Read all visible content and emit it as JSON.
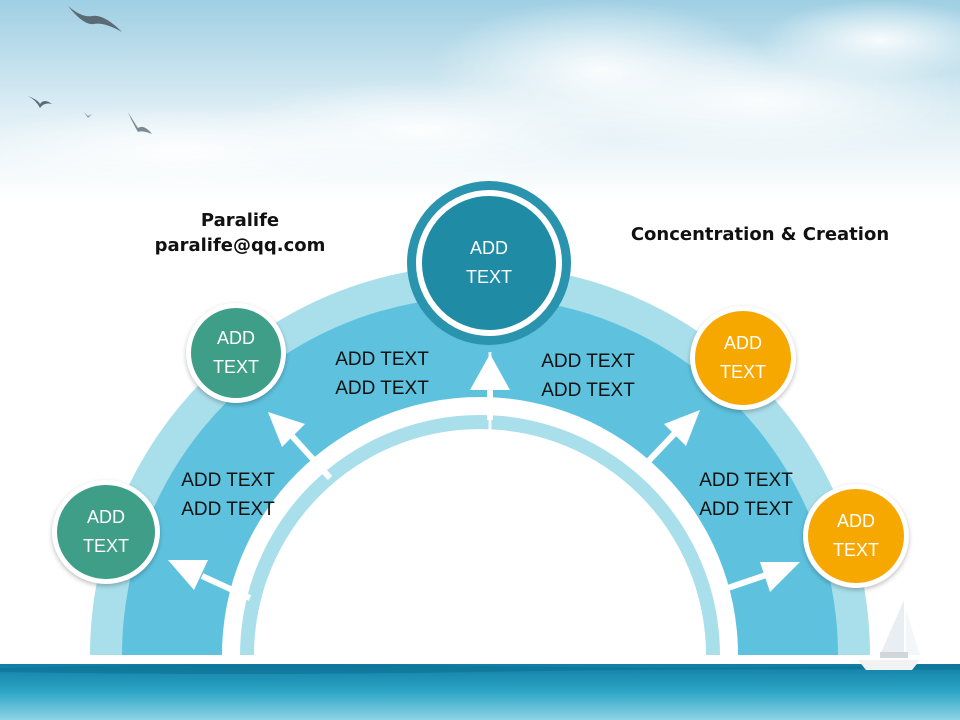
{
  "header": {
    "author_name": "Paralife",
    "author_email": "paralife@qq.com",
    "tagline": "Concentration & Creation"
  },
  "nodes": {
    "top": [
      "ADD",
      "TEXT"
    ],
    "left_upper": [
      "ADD",
      "TEXT"
    ],
    "left_lower": [
      "ADD",
      "TEXT"
    ],
    "right_upper": [
      "ADD",
      "TEXT"
    ],
    "right_lower": [
      "ADD",
      "TEXT"
    ]
  },
  "band_labels": {
    "upper_left": [
      "ADD TEXT",
      "ADD TEXT"
    ],
    "upper_right": [
      "ADD TEXT",
      "ADD TEXT"
    ],
    "lower_left": [
      "ADD TEXT",
      "ADD TEXT"
    ],
    "lower_right": [
      "ADD TEXT",
      "ADD TEXT"
    ]
  },
  "colors": {
    "arch_outer": "#a9dfeb",
    "arch_band": "#5ec2df",
    "arch_inner": "#a9dfeb",
    "node_green": "#3e9e88",
    "node_orange": "#f7a800",
    "node_top": "#1f8ba5",
    "sea": "#1c8fb0",
    "sky": "#bfe0ee"
  },
  "icons": [
    "seagull-icon",
    "sailboat-icon",
    "arrow-up-icon"
  ]
}
